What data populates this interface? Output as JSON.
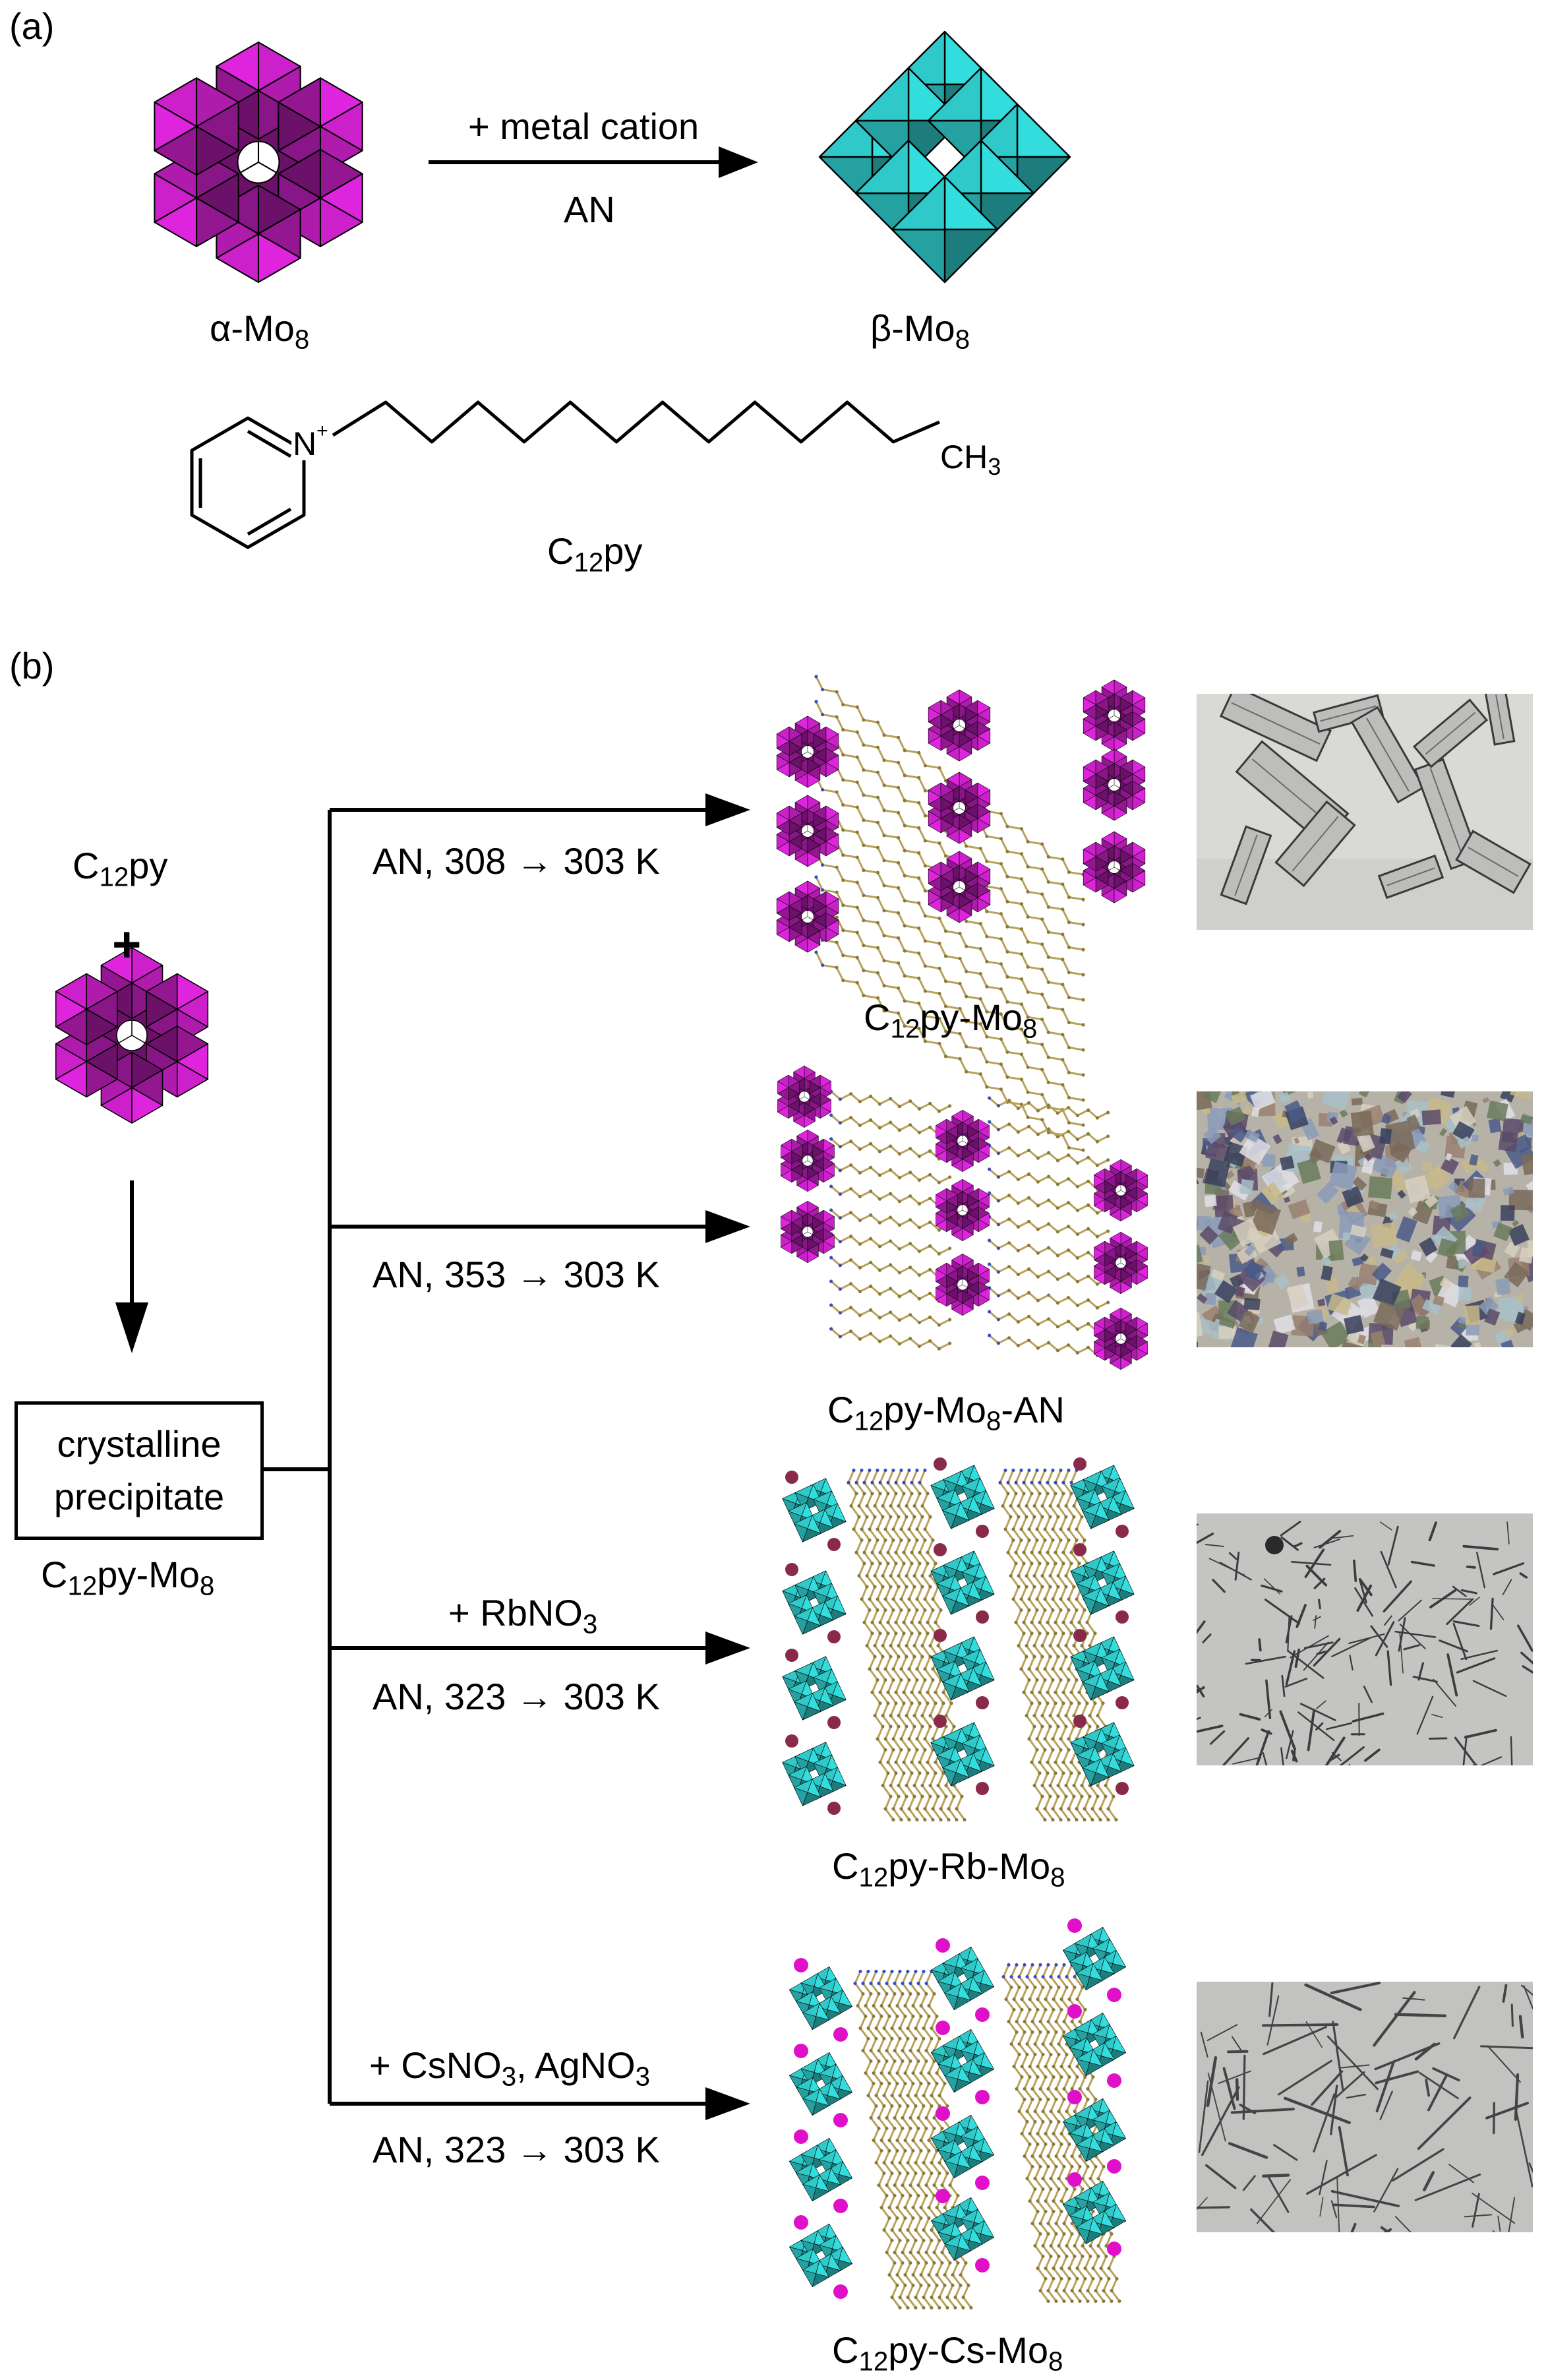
{
  "panel_a": {
    "label": "(a)",
    "alpha_name": "α-Mo",
    "alpha_sub": "8",
    "beta_name": "β-Mo",
    "beta_sub": "8",
    "arrow_top": "+ metal cation",
    "arrow_bottom": "AN",
    "ligand_nitrogen": "N",
    "ligand_charge": "+",
    "ligand_methyl": "CH",
    "ligand_methyl_sub": "3",
    "ligand_name_pre": "C",
    "ligand_name_sub": "12",
    "ligand_name_post": "py"
  },
  "panel_b": {
    "label": "(b)",
    "reagent_pre": "C",
    "reagent_sub": "12",
    "reagent_post": "py",
    "plus": "+",
    "box_line1": "crystalline",
    "box_line2": "precipitate",
    "box_name_pre": "C",
    "box_name_sub": "12",
    "box_name_mid": "py-Mo",
    "box_name_sub2": "8",
    "routes": [
      {
        "additive": "",
        "condition": "AN, 308 → 303 K",
        "product_pre": "C",
        "product_sub": "12",
        "product_mid": "py-Mo",
        "product_sub2": "8",
        "product_post": ""
      },
      {
        "additive": "",
        "condition": "AN, 353 → 303 K",
        "product_pre": "C",
        "product_sub": "12",
        "product_mid": "py-Mo",
        "product_sub2": "8",
        "product_post": "-AN"
      },
      {
        "additive": "+ RbNO",
        "additive_sub": "3",
        "additive_post": "",
        "condition": "AN, 323 → 303 K",
        "product_pre": "C",
        "product_sub": "12",
        "product_mid": "py-Rb-Mo",
        "product_sub2": "8",
        "product_post": ""
      },
      {
        "additive": "+ CsNO",
        "additive_sub": "3",
        "additive_post": ", AgNO",
        "additive_sub2": "3",
        "condition": "AN, 323 → 303 K",
        "product_pre": "C",
        "product_sub": "12",
        "product_mid": "py-Cs-Mo",
        "product_sub2": "8",
        "product_post": ""
      }
    ]
  },
  "colors": {
    "alpha_magenta": "#c21fc0",
    "alpha_dark": "#7a0f7a",
    "beta_cyan": "#2fc9c9",
    "beta_dark": "#117f80",
    "rb_atom": "#8a2a4a",
    "cs_atom": "#e010c8",
    "chain": "#b8a25a"
  }
}
